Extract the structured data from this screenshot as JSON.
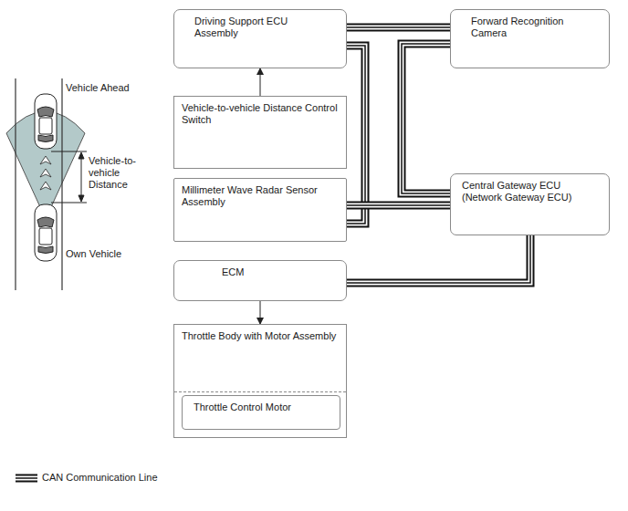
{
  "diagram": {
    "nodes": [
      {
        "text": [
          "Driving Support ECU Assembly"
        ]
      },
      {
        "text": [
          "Forward Recognition Camera"
        ]
      },
      {
        "text": [
          "Vehicle-to-vehicle Distance Control Switch"
        ]
      },
      {
        "text": [
          "Millimeter Wave Radar Sensor Assembly"
        ]
      },
      {
        "text": [
          "Central Gateway ECU (Network Gateway ECU)"
        ]
      },
      {
        "text": [
          "ECM"
        ]
      },
      {
        "text": [
          "Throttle Body with Motor Assembly"
        ]
      },
      {
        "text": [
          "Throttle Control Motor"
        ],
        "in": 6
      }
    ],
    "edges": [
      {
        "from": 2,
        "to": 0,
        "arrow": "to"
      },
      {
        "from": 0,
        "to": 1,
        "arrow": "none"
      },
      {
        "from": 0,
        "to": 3,
        "arrow": "none"
      },
      {
        "from": 1,
        "to": 4,
        "arrow": "none"
      },
      {
        "from": 3,
        "to": 4,
        "arrow": "none"
      },
      {
        "from": 4,
        "to": 5,
        "arrow": "none"
      },
      {
        "from": 5,
        "to": 6,
        "arrow": "to"
      }
    ],
    "labels": [
      "Vehicle Ahead",
      "Vehicle-to-vehicle Distance",
      "Own Vehicle"
    ],
    "legend": [
      {
        "text": "CAN Communication Line"
      }
    ]
  }
}
